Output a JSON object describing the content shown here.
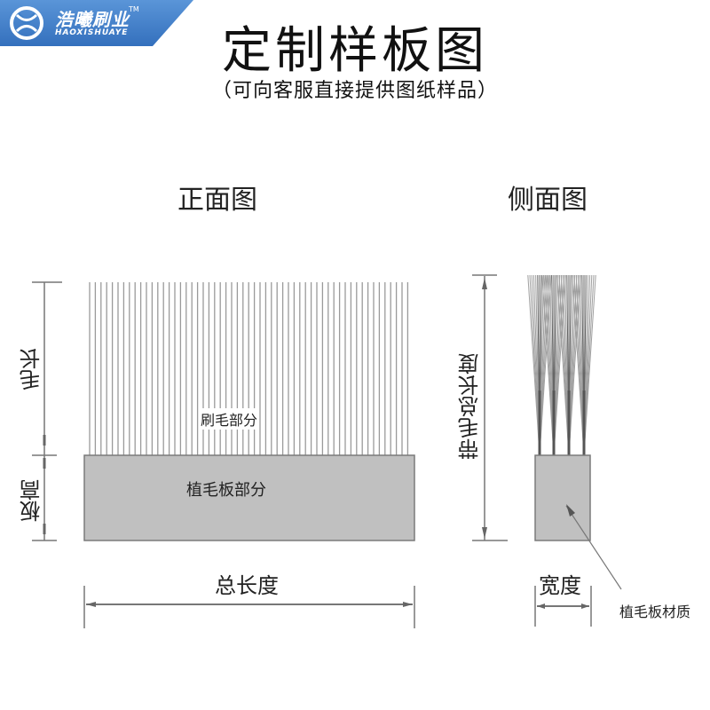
{
  "brand": {
    "name": "浩曦刷业",
    "trademark": "TM",
    "pinyin": "HAOXISHUAYE",
    "banner_color": "#3f7fc8"
  },
  "header": {
    "title": "定制样板图",
    "subtitle": "（可向客服直接提供图纸样品）"
  },
  "front_view": {
    "title": "正面图",
    "bristle_label": "刷毛部分",
    "board_label": "植毛板部分",
    "dim_bristle_length": "毛长",
    "dim_board_height": "板高",
    "dim_total_length": "总长度"
  },
  "side_view": {
    "title": "侧面图",
    "dim_total_with_bristle": "带毛总长度",
    "dim_width": "宽度",
    "material_callout": "植毛板材质"
  },
  "colors": {
    "board_fill": "#c0c0c0",
    "board_stroke": "#7a7a7a",
    "bristle": "#9a9a9a",
    "dim_line": "#777777"
  }
}
